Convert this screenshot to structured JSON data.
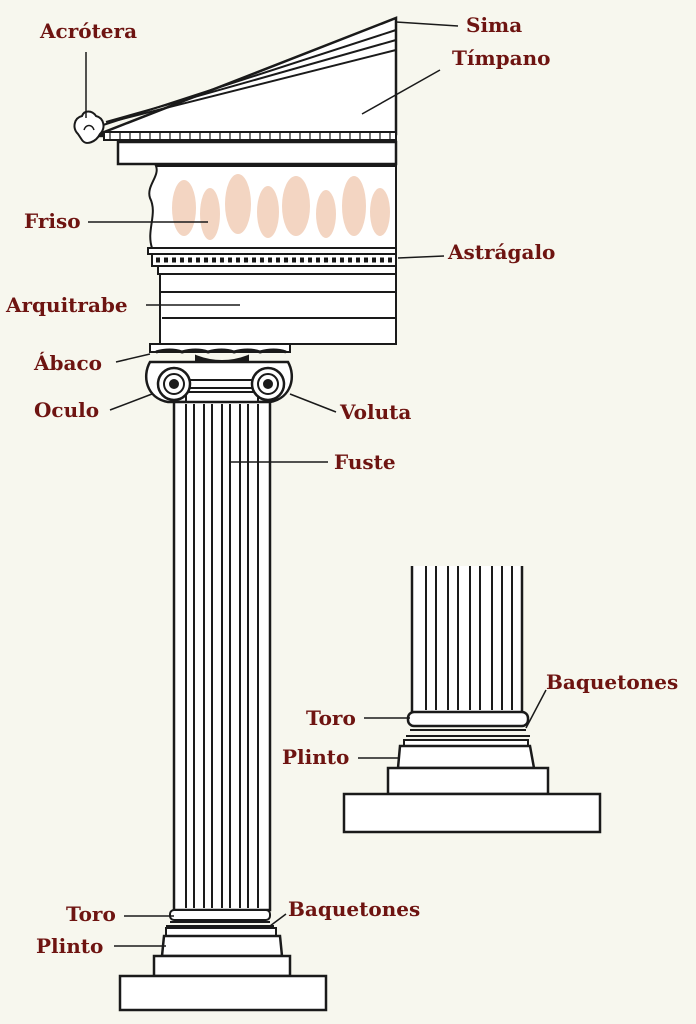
{
  "colors": {
    "label": "#6e1411",
    "ink": "#1a1a1a",
    "background": "#f7f7ee",
    "frieze_figures": "#f3d5c2",
    "fill": "#ffffff"
  },
  "labels": {
    "acrotera": "Acrótera",
    "sima": "Sima",
    "timpano": "Tímpano",
    "friso": "Friso",
    "astragalo": "Astrágalo",
    "arquitrabe": "Arquitrabe",
    "abaco": "Ábaco",
    "oculo": "Oculo",
    "voluta": "Voluta",
    "fuste": "Fuste",
    "toro": "Toro",
    "baquetones": "Baquetones",
    "plinto": "Plinto",
    "detail_toro": "Toro",
    "detail_baquetones": "Baquetones",
    "detail_plinto": "Plinto"
  }
}
